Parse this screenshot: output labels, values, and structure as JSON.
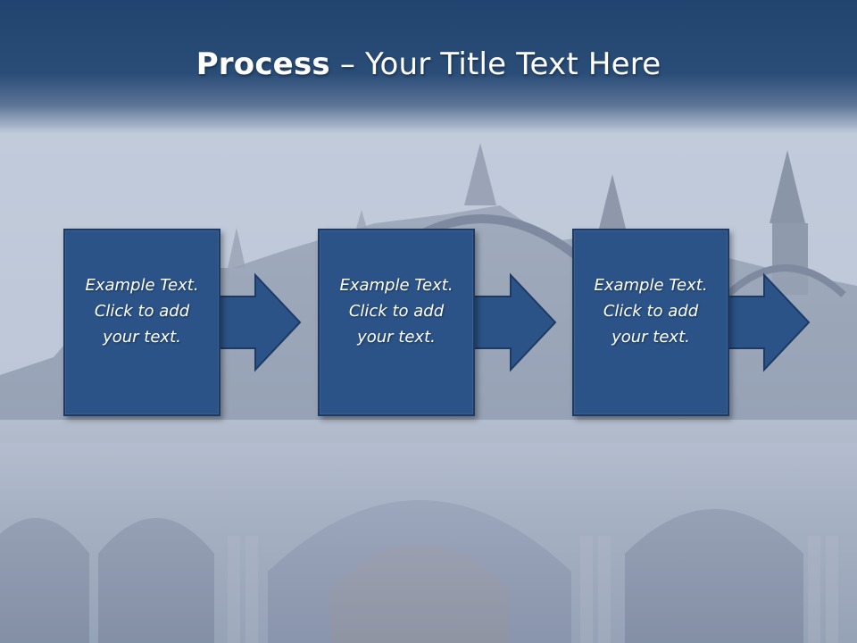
{
  "slide": {
    "title_bold": "Process",
    "title_rest": " – Your Title Text Here"
  },
  "steps": [
    {
      "lines": [
        "Example Text.",
        "Click  to add",
        "your text."
      ]
    },
    {
      "lines": [
        "Example Text.",
        "Click  to add",
        "your text."
      ]
    },
    {
      "lines": [
        "Example Text.",
        "Click  to add",
        "your text."
      ]
    }
  ],
  "colors": {
    "title_bar": "#21446f",
    "box_fill": "#2b5387",
    "box_border": "#1c3a63",
    "text": "#ffffff"
  }
}
